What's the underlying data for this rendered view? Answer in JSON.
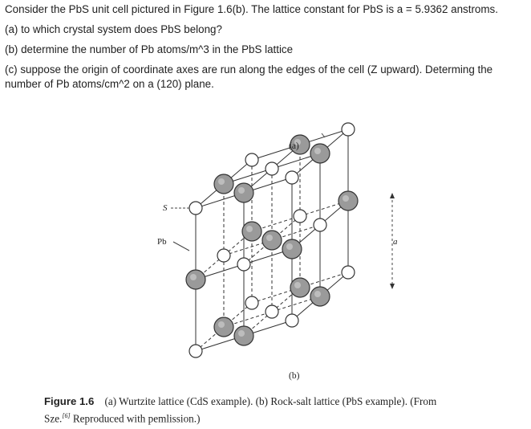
{
  "question": {
    "intro": "Consider the PbS unit cell pictured in Figure 1.6(b).  The lattice constant for PbS is a = 5.9362 anstroms.",
    "part_a": "(a) to which crystal system does PbS belong?",
    "part_b": "(b) determine the number of Pb atoms/m^3 in the PbS lattice",
    "part_c_line1": "(c) suppose the origin of coordinate axes are run along the edges of the cell (Z upward). Determing the",
    "part_c_line2": "number of Pb atoms/cm^2 on a (120) plane."
  },
  "figure": {
    "panel_a_label": "(a)",
    "panel_b_label": "(b)",
    "label_s": "S",
    "label_pb": "Pb",
    "label_a": "a",
    "caption": {
      "figure_number": "Figure 1.6",
      "text_main": "(a) Wurtzite lattice (CdS example). (b) Rock-salt lattice (PbS example). (From",
      "text_sze": "Sze.",
      "ref": "[6]",
      "text_end": " Reproduced with pemlission.)"
    }
  },
  "colors": {
    "pb_atom_fill": "#9a9a9a",
    "s_atom_fill": "#ffffff",
    "line": "#333333"
  }
}
